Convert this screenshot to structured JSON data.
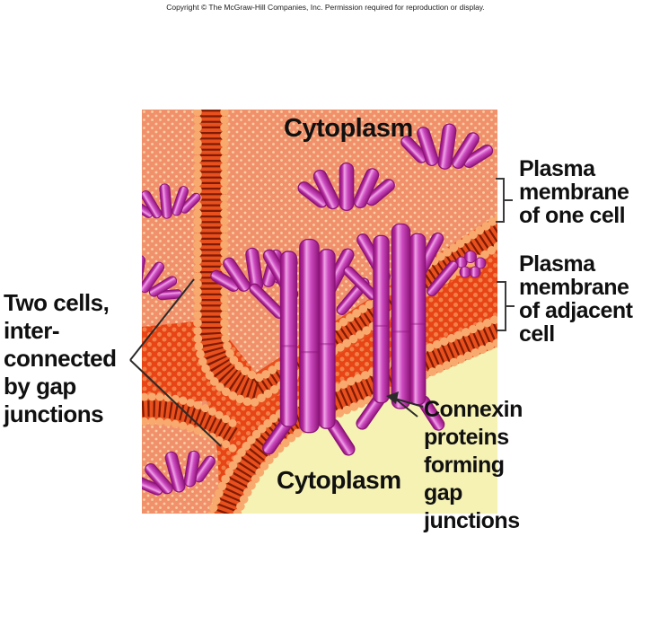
{
  "copyright": "Copyright © The McGraw-Hill Companies, Inc. Permission required for reproduction or display.",
  "labels": {
    "cytoplasm_top": "Cytoplasm",
    "cytoplasm_bottom": "Cytoplasm",
    "two_cells": {
      "lines": [
        "Two cells,",
        "inter-",
        "connected",
        "by gap",
        "junctions"
      ]
    },
    "plasma_one": {
      "lines": [
        "Plasma",
        "membrane",
        "of one cell"
      ]
    },
    "plasma_adjacent": {
      "lines": [
        "Plasma",
        "membrane",
        "of adjacent",
        "cell"
      ]
    },
    "connexin": {
      "lines": [
        "Connexin",
        "proteins",
        "forming",
        "gap",
        "junctions"
      ]
    }
  },
  "colors": {
    "cytoplasm_cell1": "#F0916C",
    "cytoplasm_cell1_dots": "#FBD0A4",
    "cytoplasm_cell2": "#F6F2B4",
    "membrane_red": "#E8501E",
    "membrane_tails": "#7E1B02",
    "plaque_red": "#E84415",
    "plaque_dots": "#F08048",
    "lipid_heads": "#F8A96E",
    "connexin_dark": "#8E1478",
    "connexin_mid": "#C53BB2",
    "connexin_highlight": "#EFA2E6",
    "label_text": "#101010",
    "leader_line": "#2a2a2a"
  }
}
